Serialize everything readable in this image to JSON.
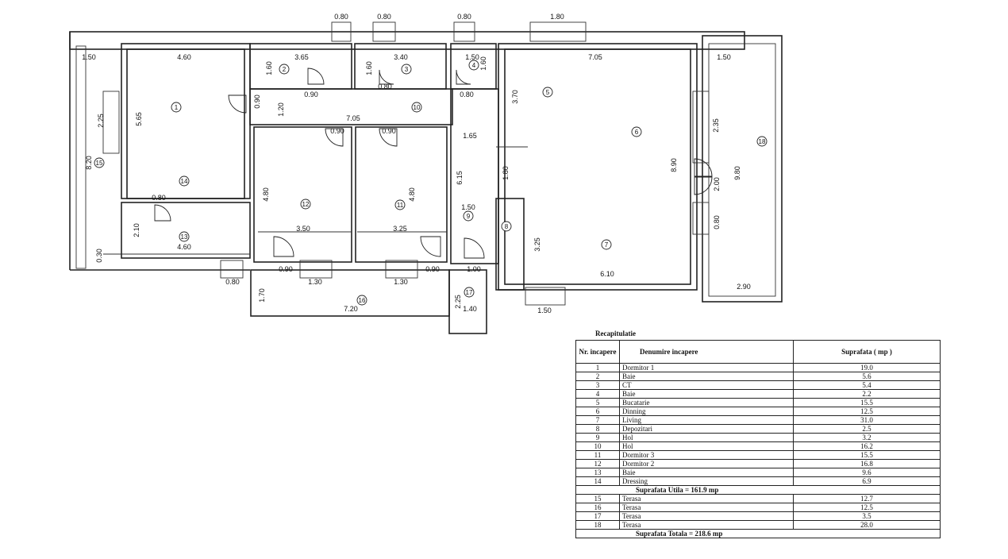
{
  "plan": {
    "dimensions": [
      "0.80",
      "0.80",
      "0.80",
      "1.80",
      "1.50",
      "4.60",
      "3.65",
      "3.40",
      "1.50",
      "7.05",
      "1.50",
      "1.60",
      "1.60",
      "1.60",
      "0.90",
      "0.80",
      "0.80",
      "0.90",
      "1.20",
      "7.05",
      "0.90",
      "0.90",
      "1.65",
      "3.70",
      "2.25",
      "5.65",
      "8.20",
      "4.80",
      "4.80",
      "6.15",
      "1.80",
      "8.90",
      "2.35",
      "9.80",
      "2.00",
      "0.80",
      "0.80",
      "2.10",
      "4.60",
      "0.30",
      "3.50",
      "3.25",
      "1.50",
      "3.25",
      "0.80",
      "0.90",
      "1.30",
      "1.30",
      "0.90",
      "1.00",
      "6.10",
      "1.70",
      "7.20",
      "2.25",
      "1.40",
      "1.50",
      "2.90"
    ],
    "rooms": [
      "1",
      "2",
      "3",
      "4",
      "5",
      "6",
      "7",
      "8",
      "9",
      "10",
      "11",
      "12",
      "13",
      "14",
      "15",
      "16",
      "17",
      "18"
    ]
  },
  "recap": {
    "title": "Recapitulatie",
    "headers": {
      "nr": "Nr. incapere",
      "name": "Denumire incapere",
      "area": "Suprafata ( mp )"
    },
    "rows": [
      {
        "nr": "1",
        "name": "Dormitor 1",
        "area": "19.0"
      },
      {
        "nr": "2",
        "name": "Baie",
        "area": "5.6"
      },
      {
        "nr": "3",
        "name": "CT",
        "area": "5.4"
      },
      {
        "nr": "4",
        "name": "Baie",
        "area": "2.2"
      },
      {
        "nr": "5",
        "name": "Bucatarie",
        "area": "15.5"
      },
      {
        "nr": "6",
        "name": "Dinning",
        "area": "12.5"
      },
      {
        "nr": "7",
        "name": "Living",
        "area": "31.0"
      },
      {
        "nr": "8",
        "name": "Depozitari",
        "area": "2.5"
      },
      {
        "nr": "9",
        "name": "Hol",
        "area": "3.2"
      },
      {
        "nr": "10",
        "name": "Hol",
        "area": "16.2"
      },
      {
        "nr": "11",
        "name": "Dormitor 3",
        "area": "15.5"
      },
      {
        "nr": "12",
        "name": "Dormitor 2",
        "area": "16.8"
      },
      {
        "nr": "13",
        "name": "Baie",
        "area": "9.6"
      },
      {
        "nr": "14",
        "name": "Dressing",
        "area": "6.9"
      }
    ],
    "util_total": "Suprafata Utila = 161.9 mp",
    "terrace_rows": [
      {
        "nr": "15",
        "name": "Terasa",
        "area": "12.7"
      },
      {
        "nr": "16",
        "name": "Terasa",
        "area": "12.5"
      },
      {
        "nr": "17",
        "name": "Terasa",
        "area": "3.5"
      },
      {
        "nr": "18",
        "name": "Terasa",
        "area": "28.0"
      }
    ],
    "grand_total": "Suprafata Totala = 218.6 mp"
  }
}
